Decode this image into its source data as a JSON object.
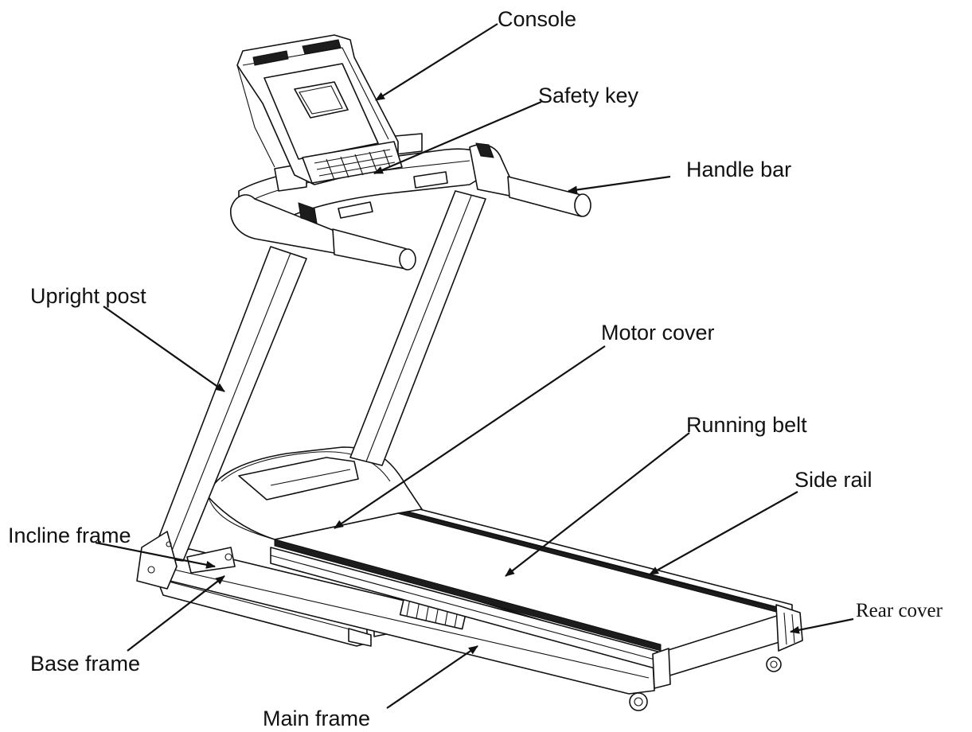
{
  "diagram": {
    "labels": {
      "console": "Console",
      "safety_key": "Safety key",
      "handle_bar": "Handle bar",
      "upright_post": "Upright post",
      "motor_cover": "Motor cover",
      "running_belt": "Running belt",
      "side_rail": "Side rail",
      "incline_frame": "Incline frame",
      "rear_cover": "Rear cover",
      "base_frame": "Base frame",
      "main_frame": "Main frame"
    }
  }
}
